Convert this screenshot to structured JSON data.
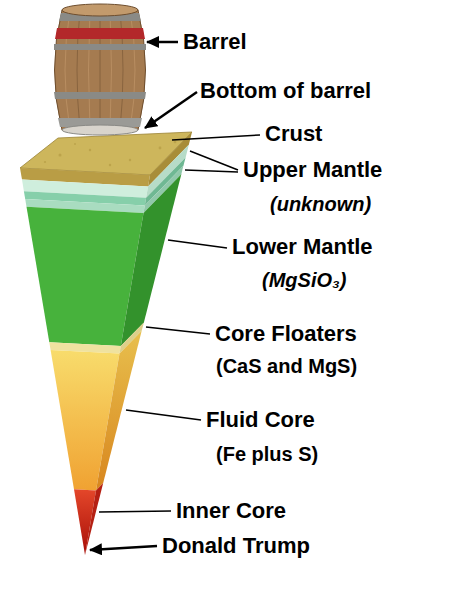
{
  "diagram": {
    "labels": [
      "Barrel",
      "Bottom of barrel",
      "Crust",
      "Upper Mantle",
      "(unknown)",
      "Lower Mantle",
      "(MgSiO₃)",
      "Core Floaters",
      "(CaS and MgS)",
      "Fluid Core",
      "(Fe plus S)",
      "Inner Core",
      "Donald Trump"
    ]
  }
}
